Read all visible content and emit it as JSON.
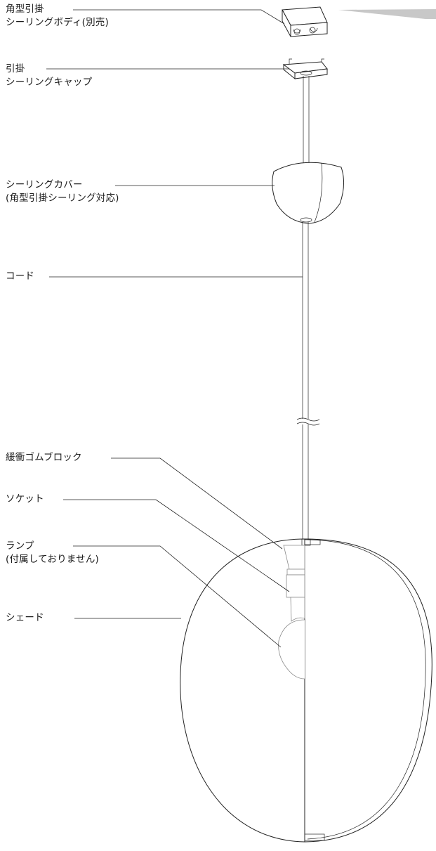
{
  "labels": {
    "ceiling_body": {
      "line1": "角型引掛",
      "line2": "シーリングボディ(別売)"
    },
    "ceiling_cap": {
      "line1": "引掛",
      "line2": "シーリングキャップ"
    },
    "ceiling_cover": {
      "line1": "シーリングカバー",
      "line2": "(角型引掛シーリング対応)"
    },
    "cord": {
      "line1": "コード"
    },
    "cushion_block": {
      "line1": "緩衝ゴムブロック"
    },
    "socket": {
      "line1": "ソケット"
    },
    "lamp": {
      "line1": "ランプ",
      "line2": "(付属しておりません)"
    },
    "shade": {
      "line1": "シェード"
    }
  },
  "colors": {
    "line": "#222222",
    "bulb": "#8a8a8a",
    "wedge": "#c8c8c8"
  }
}
